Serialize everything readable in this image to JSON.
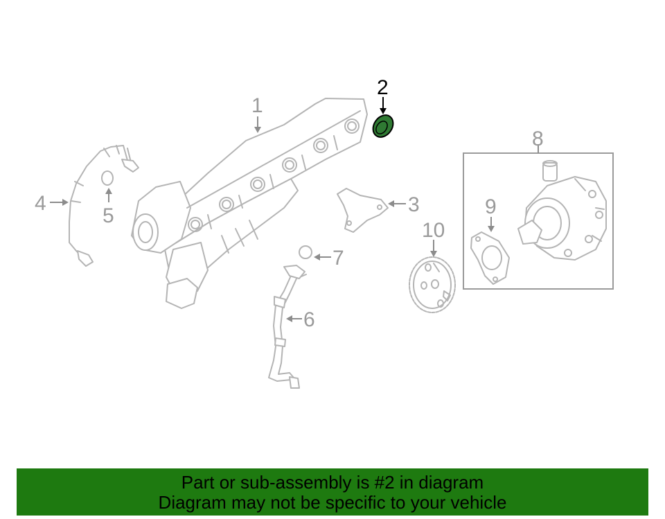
{
  "diagram": {
    "callouts": [
      {
        "id": "1",
        "label": "1"
      },
      {
        "id": "2",
        "label": "2",
        "highlighted": true
      },
      {
        "id": "3",
        "label": "3"
      },
      {
        "id": "4",
        "label": "4"
      },
      {
        "id": "5",
        "label": "5"
      },
      {
        "id": "6",
        "label": "6"
      },
      {
        "id": "7",
        "label": "7"
      },
      {
        "id": "8",
        "label": "8"
      },
      {
        "id": "9",
        "label": "9"
      },
      {
        "id": "10",
        "label": "10"
      }
    ],
    "highlight_color": "#2f7a33",
    "line_color": "#b4b4b4"
  },
  "banner": {
    "line1": "Part or sub-assembly is #2 in diagram",
    "line2": "Diagram may not be specific to your vehicle",
    "background": "#1e7a10"
  }
}
